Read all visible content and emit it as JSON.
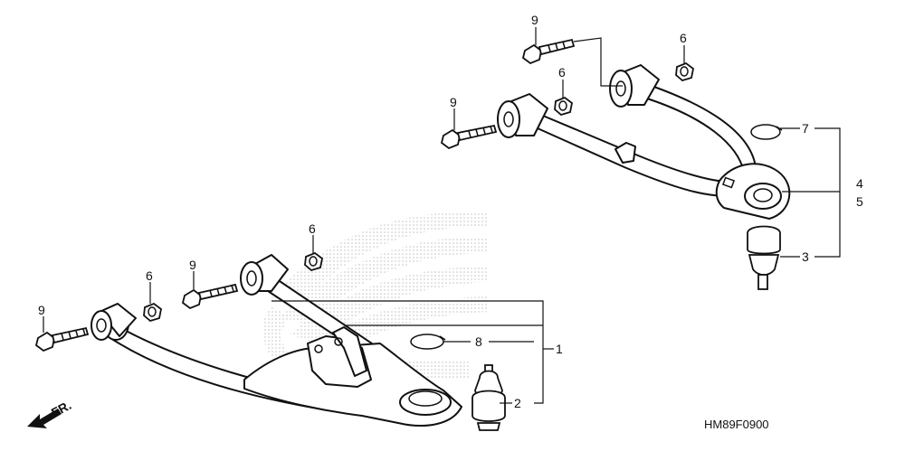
{
  "diagram": {
    "part_code": "HM89F0900",
    "direction_label": "FR.",
    "callouts": {
      "c1": "1",
      "c2": "2",
      "c3": "3",
      "c4": "4",
      "c5": "5",
      "c6": "6",
      "c7": "7",
      "c8": "8",
      "c9": "9"
    },
    "colors": {
      "line": "#111111",
      "background": "#ffffff",
      "watermark": "#c8c8c8"
    }
  }
}
